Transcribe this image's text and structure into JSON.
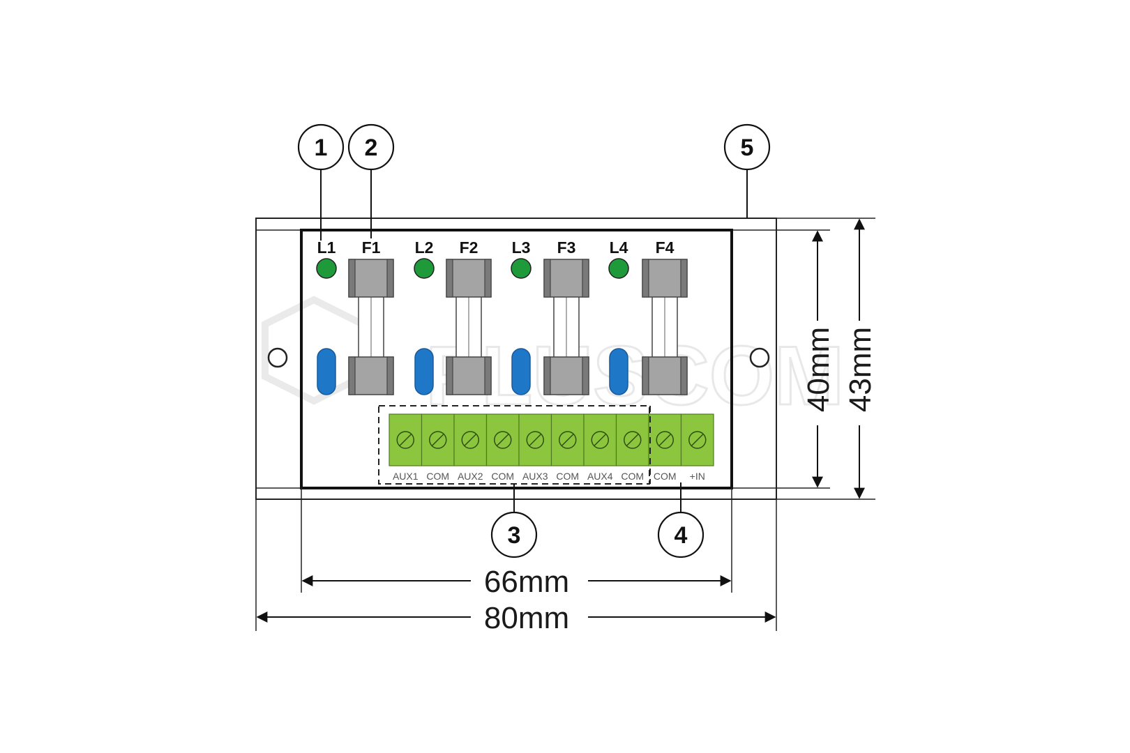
{
  "watermark": "PLUSCOM",
  "leds": [
    {
      "label": "L1",
      "color": "#1e9a3a"
    },
    {
      "label": "L2",
      "color": "#1e9a3a"
    },
    {
      "label": "L3",
      "color": "#1e9a3a"
    },
    {
      "label": "L4",
      "color": "#1e9a3a"
    }
  ],
  "fuses": [
    {
      "label": "F1"
    },
    {
      "label": "F2"
    },
    {
      "label": "F3"
    },
    {
      "label": "F4"
    }
  ],
  "terminals": [
    "AUX1",
    "COM",
    "AUX2",
    "COM",
    "AUX3",
    "COM",
    "AUX4",
    "COM",
    "COM",
    "+IN"
  ],
  "callouts": [
    "1",
    "2",
    "3",
    "4",
    "5"
  ],
  "dimensions": {
    "inner_width": "66mm",
    "outer_width": "80mm",
    "inner_height": "40mm",
    "outer_height": "43mm"
  },
  "colors": {
    "led": "#1e9a3a",
    "indicator": "#1f77c8",
    "terminal": "#8cc63f",
    "fuse_cap": "#8c8c8c"
  }
}
